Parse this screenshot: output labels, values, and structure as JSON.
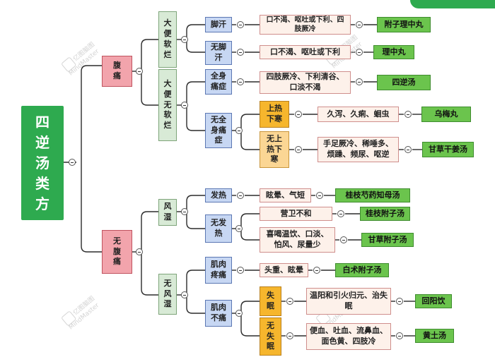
{
  "root": "四逆汤类方",
  "branches": {
    "abdominal_pain": "腹痛",
    "no_abdominal_pain": "无腹痛"
  },
  "conditions": {
    "loose_stool": "大便软烂",
    "no_loose_stool": "大便无软烂",
    "body_pain": "全身痛症",
    "no_body_pain": "无全身痛症",
    "upper_heat_lower_cold": "上热下寒",
    "no_upper_heat_lower_cold": "无上热下寒",
    "sweaty_feet": "脚汗",
    "no_sweaty_feet": "无脚汗",
    "wind_damp": "风湿",
    "no_wind_damp": "无风湿",
    "fever": "发热",
    "no_fever": "无发热",
    "muscle_pain": "肌肉疼痛",
    "no_muscle_pain": "肌肉不痛",
    "insomnia": "失眠",
    "no_insomnia": "无失眠"
  },
  "symptoms": {
    "s1": "口不渴、呕吐或下利、四肢厥冷",
    "s2": "口不渴、呕吐或下利",
    "s3": "四肢厥冷、下利清谷、口淡不渴",
    "s4": "久泻、久痢、蛔虫",
    "s5": "手足厥冷、稀唾多、烦躁、频尿、呕逆",
    "s6": "眩晕、气短",
    "s7": "营卫不和",
    "s8": "喜喝温饮、口淡、怕风、尿量少",
    "s9": "头重、眩晕",
    "s10": "温阳和引火归元、治失眠",
    "s11": "便血、吐血、流鼻血、面色黄、四肢冷"
  },
  "formulas": {
    "f1": "附子理中丸",
    "f2": "理中丸",
    "f3": "四逆汤",
    "f4": "乌梅丸",
    "f5": "甘草干姜汤",
    "f6": "桂枝芍药知母汤",
    "f7": "桂枝附子汤",
    "f8": "甘草附子汤",
    "f9": "白术附子汤",
    "f10": "回阳饮",
    "f11": "黄土汤"
  },
  "watermark": {
    "brand": "亿图脑图",
    "product": "MindMaster"
  },
  "colors": {
    "root": "#2eaa4f",
    "formula": "#6bc44d",
    "branch": "#f2a4ac",
    "condition": "#d8ead6",
    "sub": "#c7d7f3",
    "orange": "#f6b62d",
    "symptom": "#fdf1ea"
  }
}
